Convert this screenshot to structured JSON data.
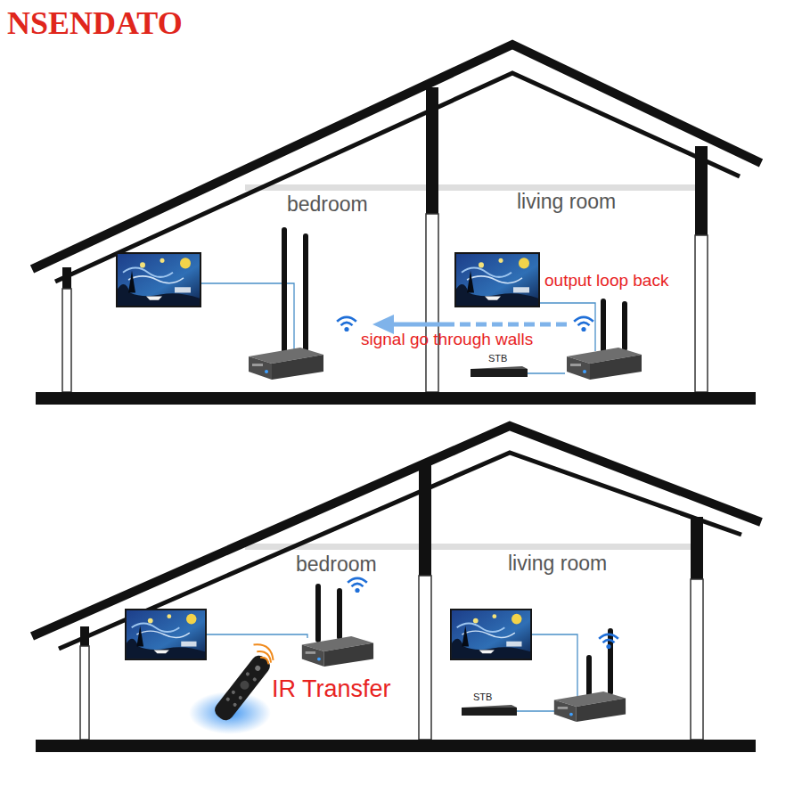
{
  "diagram": {
    "title": "NSENDATO",
    "labels": [
      "bedroom",
      "living room",
      "output loop back",
      "signal go through walls",
      "STB",
      "bedroom",
      "living room",
      "IR Transfer",
      "STB"
    ]
  }
}
